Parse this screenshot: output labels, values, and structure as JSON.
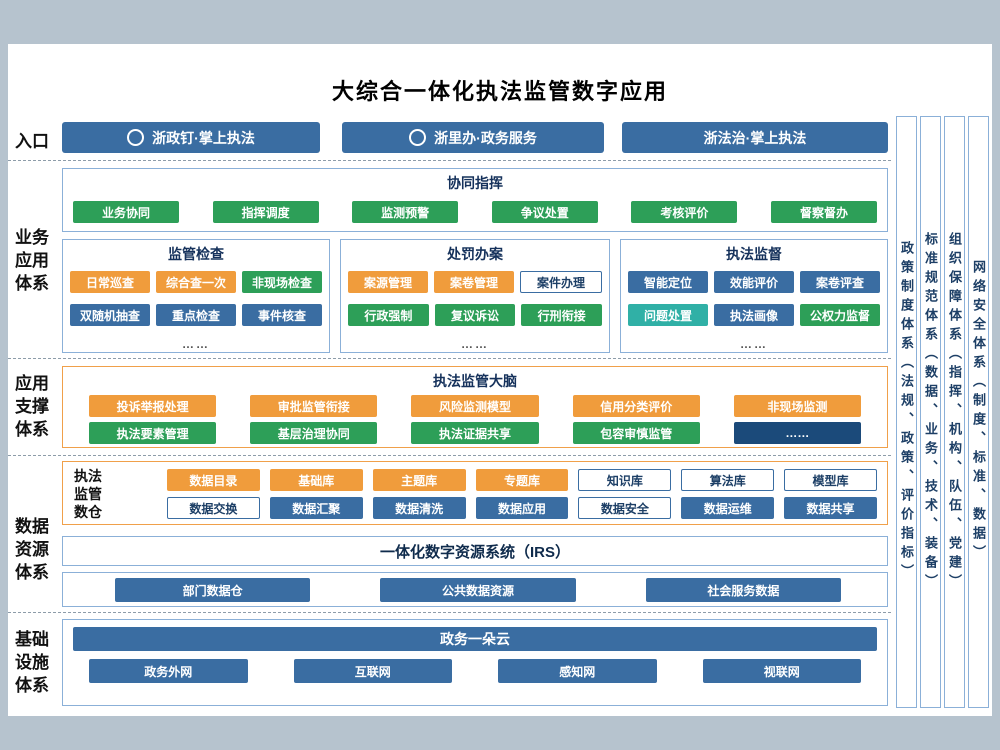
{
  "palette": {
    "blue": "#3a6da2",
    "green": "#2d9f58",
    "orange": "#f09c3c",
    "teal": "#30b0a6",
    "navy": "#1b4a7a",
    "box_border": "#8bb0d8",
    "accent_border": "#f0a04a",
    "background": "#b6c3ce",
    "text_dark": "#15315b"
  },
  "title": "大综合一体化执法监管数字应用",
  "left_labels": {
    "entry": "入口",
    "business": "业务应用体系",
    "support": "应用支撑体系",
    "data": "数据资源体系",
    "infra": "基础设施体系"
  },
  "entry": {
    "buttons": [
      {
        "label": "浙政钉·掌上执法",
        "icon": "zhezhengding-badge-icon"
      },
      {
        "label": "浙里办·政务服务",
        "icon": "zheliban-badge-icon"
      },
      {
        "label": "浙法治·掌上执法",
        "icon": ""
      }
    ]
  },
  "business": {
    "command": {
      "title": "协同指挥",
      "buttons": [
        "业务协同",
        "指挥调度",
        "监测预警",
        "争议处置",
        "考核评价",
        "督察督办"
      ]
    },
    "panels": [
      {
        "title": "监管检查",
        "row1": [
          "日常巡查",
          "综合查一次",
          "非现场检查"
        ],
        "row2": [
          "双随机抽查",
          "重点检查",
          "事件核查"
        ],
        "more": "……"
      },
      {
        "title": "处罚办案",
        "row1": [
          "案源管理",
          "案卷管理",
          "案件办理"
        ],
        "row2": [
          "行政强制",
          "复议诉讼",
          "行刑衔接"
        ],
        "more": "……"
      },
      {
        "title": "执法监督",
        "row1": [
          "智能定位",
          "效能评价",
          "案卷评查"
        ],
        "row2": [
          "问题处置",
          "执法画像",
          "公权力监督"
        ],
        "more": "……"
      }
    ]
  },
  "support": {
    "brain": {
      "title": "执法监管大脑",
      "row1": [
        "投诉举报处理",
        "审批监管衔接",
        "风险监测模型",
        "信用分类评价",
        "非现场监测"
      ],
      "row2": [
        "执法要素管理",
        "基层治理协同",
        "执法证据共享",
        "包容审慎监管",
        "……"
      ]
    }
  },
  "data_resources": {
    "warehouse": {
      "label": "执法监管数仓",
      "row1": [
        "数据目录",
        "基础库",
        "主题库",
        "专题库",
        "知识库",
        "算法库",
        "模型库"
      ],
      "row2": [
        "数据交换",
        "数据汇聚",
        "数据清洗",
        "数据应用",
        "数据安全",
        "数据运维",
        "数据共享"
      ]
    },
    "irs_title": "一体化数字资源系统（IRS）",
    "sources": [
      "部门数据仓",
      "公共数据资源",
      "社会服务数据"
    ]
  },
  "infrastructure": {
    "cloud": "政务一朵云",
    "networks": [
      "政务外网",
      "互联网",
      "感知网",
      "视联网"
    ]
  },
  "pillars": [
    "政策制度体系（法规、政策、评价指标）",
    "标准规范体系（数据、业务、技术、装备）",
    "组织保障体系（指挥、机构、队伍、党建）",
    "网络安全体系（制度、标准、数据）"
  ]
}
